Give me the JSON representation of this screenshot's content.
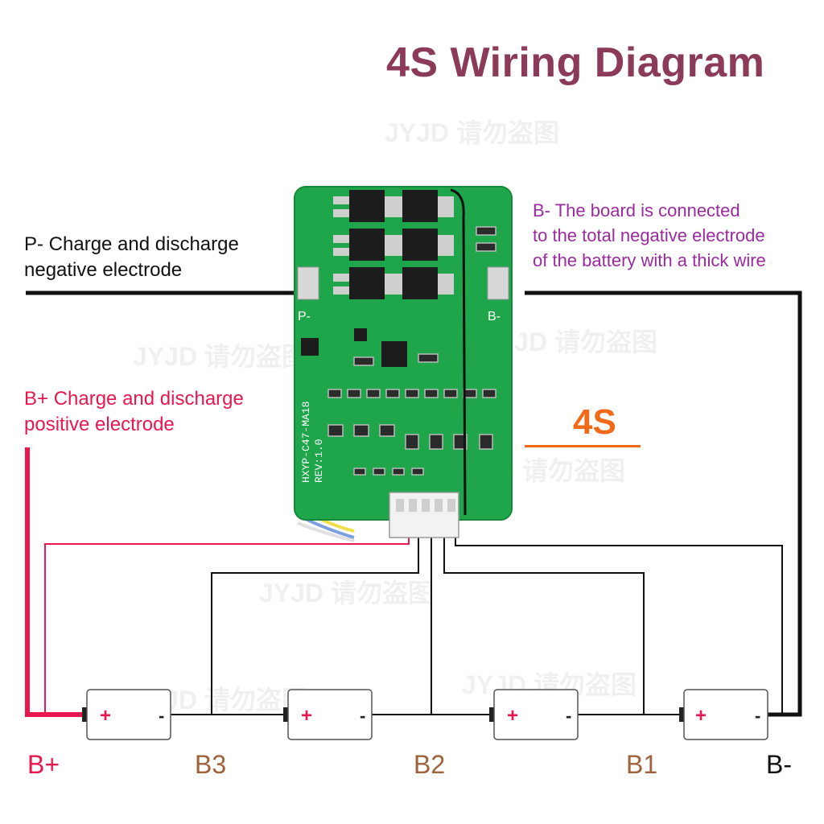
{
  "title": "4S Wiring Diagram",
  "watermark": "JYJD 请勿盗图",
  "labels": {
    "p_minus": [
      "P- Charge and discharge",
      "negative electrode"
    ],
    "b_plus": [
      "B+ Charge and discharge",
      "positive electrode"
    ],
    "b_minus": [
      "B- The board is connected",
      "to the total negative electrode",
      "of the battery with a thick wire"
    ]
  },
  "series_label": "4S",
  "board": {
    "pad_left": "P-",
    "pad_right": "B-",
    "model": "HXYP-C47-MA18",
    "rev": "REV:1.0"
  },
  "nodes": [
    "B+",
    "B3",
    "B2",
    "B1",
    "B-"
  ],
  "battery_symbols": {
    "plus": "+",
    "minus": "-"
  },
  "colors": {
    "title": "#8b3a5a",
    "b_plus_wire": "#e8174e",
    "b_minus_text": "#9b2aa0",
    "series_label": "#f06a1a",
    "node_b_plus": "#e8174e",
    "node_mid": "#a0623a",
    "node_b_minus": "#111111",
    "pcb": "#1fa54a"
  }
}
